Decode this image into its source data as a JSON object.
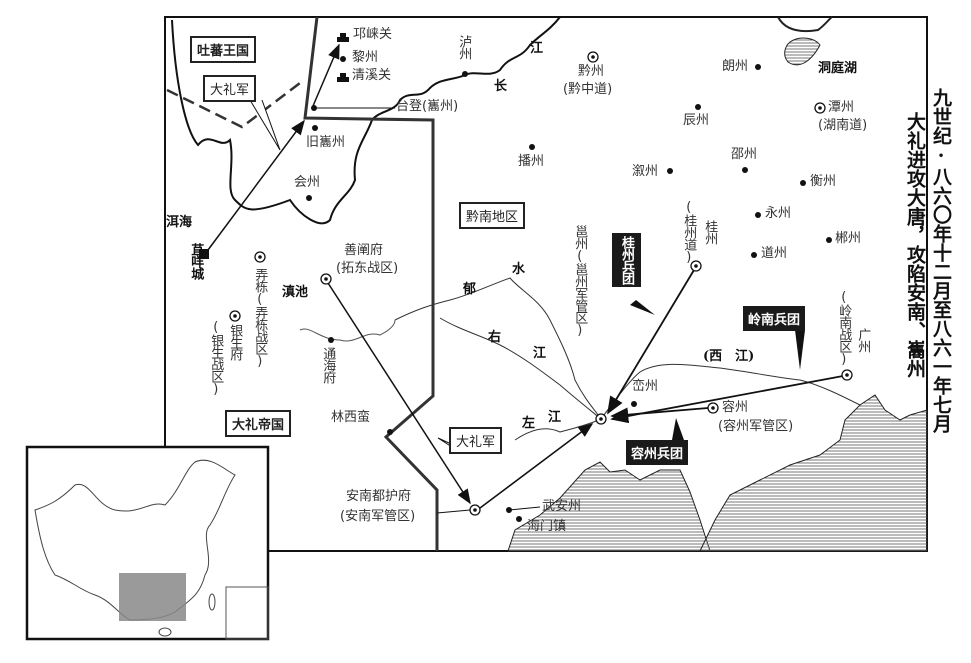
{
  "title": {
    "line1": "九世纪·八六〇年十二月至八六一年七月",
    "line2": "大礼进攻大唐，攻陷安南、巂州"
  },
  "regions": {
    "tubo": "吐蕃王国",
    "dali_empire": "大礼帝国",
    "qiannan": "黔南地区"
  },
  "armies": {
    "dali_north": "大礼军",
    "dali_south": "大礼军",
    "guizhou": "桂州兵团",
    "lingnan": "岭南兵团",
    "rongzhou": "容州兵团"
  },
  "water": {
    "changjiang_1": "长",
    "changjiang_2": "江",
    "dongting": "洞庭湖",
    "erhai": "洱海",
    "dianchi": "滇池",
    "yu": "郁",
    "shui": "水",
    "you": "右",
    "you_jiang": "江",
    "zuo": "左",
    "zuo_jiang": "江",
    "xijiang": "(西　江)"
  },
  "places": {
    "qionglai": "邛崃关",
    "lizhou": "黎州",
    "qingxi": "清溪关",
    "luzhou": "泸州",
    "taideng": "台登(巂州)",
    "jiuxizhou": "旧巂州",
    "huizhou": "会州",
    "qianzhou": "黔州",
    "qianzhongdao": "(黔中道)",
    "langzhou": "朗州",
    "tanzhou": "潭州",
    "hunandao": "(湖南道)",
    "chenzhou": "辰州",
    "bozhou": "播州",
    "shaozhou": "邵州",
    "xuzhou": "溆州",
    "hengzhou": "衡州",
    "yongzhou_h": "永州",
    "chenzhou2": "郴州",
    "daozhou": "道州",
    "guizhoudao": "(桂州道)",
    "guizhou": "桂州",
    "yongzhou": "邕州(邕州军管区)",
    "lingnan_zone": "(岭南战区)",
    "guangzhou": "广州",
    "luanzhou": "峦州",
    "rongzhou": "容州",
    "rongzhou_zone": "(容州军管区)",
    "wuanzhou": "武安州",
    "haimen": "海门镇",
    "annan": "安南都护府",
    "annan_zone": "(安南军管区)",
    "linximan": "林西蛮",
    "shanchan": "善阐府",
    "tuodong": "(拓东战区)",
    "tonghai": "通海府",
    "nongdong": "弄栋(弄栋战区)",
    "yinsheng": "银生府",
    "yinsheng_zone": "(银生战区)",
    "yangjucheng": "苴咩城"
  }
}
